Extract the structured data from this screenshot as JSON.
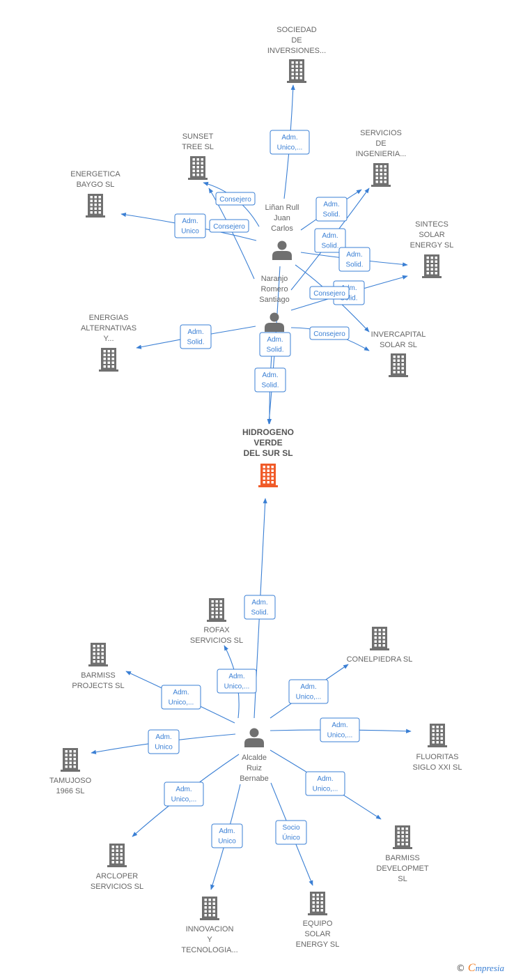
{
  "colors": {
    "edge": "#3a7fd4",
    "company": "#707070",
    "person": "#707070",
    "main": "#f05a28"
  },
  "nodes": [
    {
      "id": "sociedad",
      "type": "company",
      "label": [
        "SOCIEDAD",
        "DE",
        "INVERSIONES..."
      ]
    },
    {
      "id": "sunset",
      "type": "company",
      "label": [
        "SUNSET",
        "TREE  SL"
      ]
    },
    {
      "id": "servicios_ing",
      "type": "company",
      "label": [
        "SERVICIOS",
        "DE",
        "INGENIERIA..."
      ]
    },
    {
      "id": "energetica",
      "type": "company",
      "label": [
        "ENERGETICA",
        "BAYGO  SL"
      ]
    },
    {
      "id": "sintecs",
      "type": "company",
      "label": [
        "SINTECS",
        "SOLAR",
        "ENERGY  SL"
      ]
    },
    {
      "id": "linan",
      "type": "person",
      "label": [
        "Liñan Rull",
        "Juan",
        "Carlos"
      ]
    },
    {
      "id": "naranjo",
      "type": "person",
      "label": [
        "Naranjo",
        "Romero",
        "Santiago"
      ]
    },
    {
      "id": "energias",
      "type": "company",
      "label": [
        "ENERGIAS",
        "ALTERNATIVAS",
        "Y..."
      ]
    },
    {
      "id": "invercapital",
      "type": "company",
      "label": [
        "INVERCAPITAL",
        "SOLAR  SL"
      ]
    },
    {
      "id": "hidrogeno",
      "type": "main",
      "label": [
        "HIDROGENO",
        "VERDE",
        "DEL SUR  SL"
      ]
    },
    {
      "id": "rofax",
      "type": "company",
      "label": [
        "ROFAX",
        "SERVICIOS  SL"
      ]
    },
    {
      "id": "conelpiedra",
      "type": "company",
      "label": [
        "CONELPIEDRA SL"
      ]
    },
    {
      "id": "barmiss_p",
      "type": "company",
      "label": [
        "BARMISS",
        "PROJECTS  SL"
      ]
    },
    {
      "id": "fluoritas",
      "type": "company",
      "label": [
        "FLUORITAS",
        "SIGLO XXI  SL"
      ]
    },
    {
      "id": "tamujoso",
      "type": "company",
      "label": [
        "TAMUJOSO",
        "1966  SL"
      ]
    },
    {
      "id": "alcalde",
      "type": "person",
      "label": [
        "Alcalde",
        "Ruiz",
        "Bernabe"
      ]
    },
    {
      "id": "barmiss_d",
      "type": "company",
      "label": [
        "BARMISS",
        "DEVELOPMET",
        "SL"
      ]
    },
    {
      "id": "arcloper",
      "type": "company",
      "label": [
        "ARCLOPER",
        "SERVICIOS  SL"
      ]
    },
    {
      "id": "innovacion",
      "type": "company",
      "label": [
        "INNOVACION",
        "Y",
        "TECNOLOGIA..."
      ]
    },
    {
      "id": "equipo",
      "type": "company",
      "label": [
        "EQUIPO",
        "SOLAR",
        "ENERGY  SL"
      ]
    }
  ],
  "edges": [
    {
      "from": "linan",
      "to": "sociedad",
      "label": [
        "Adm.",
        "Unico,..."
      ]
    },
    {
      "from": "linan",
      "to": "sunset",
      "label": [
        "Consejero"
      ]
    },
    {
      "from": "naranjo",
      "to": "sunset",
      "label": [
        "Consejero"
      ]
    },
    {
      "from": "naranjo",
      "to": "energetica",
      "label": [
        "Adm.",
        "Unico"
      ]
    },
    {
      "from": "linan",
      "to": "servicios_ing",
      "label": [
        "Adm.",
        "Solid."
      ]
    },
    {
      "from": "naranjo",
      "to": "servicios_ing",
      "label": [
        "Adm.",
        "Solid."
      ]
    },
    {
      "from": "linan",
      "to": "sintecs",
      "label": [
        "Adm.",
        "Solid."
      ]
    },
    {
      "from": "naranjo",
      "to": "sintecs",
      "label": [
        "Adm.",
        "Solid."
      ]
    },
    {
      "from": "linan",
      "to": "invercapital",
      "label": [
        "Consejero"
      ]
    },
    {
      "from": "naranjo",
      "to": "invercapital",
      "label": [
        "Consejero"
      ]
    },
    {
      "from": "naranjo",
      "to": "energias",
      "label": [
        "Adm.",
        "Solid."
      ]
    },
    {
      "from": "linan",
      "to": "hidrogeno",
      "label": [
        "Adm.",
        "Solid."
      ]
    },
    {
      "from": "naranjo",
      "to": "hidrogeno",
      "label": [
        "Adm.",
        "Solid."
      ]
    },
    {
      "from": "alcalde",
      "to": "hidrogeno",
      "label": [
        "Adm.",
        "Solid."
      ]
    },
    {
      "from": "alcalde",
      "to": "rofax",
      "label": [
        "Adm.",
        "Unico,..."
      ]
    },
    {
      "from": "alcalde",
      "to": "barmiss_p",
      "label": [
        "Adm.",
        "Unico,..."
      ]
    },
    {
      "from": "alcalde",
      "to": "conelpiedra",
      "label": [
        "Adm.",
        "Unico,..."
      ]
    },
    {
      "from": "alcalde",
      "to": "fluoritas",
      "label": [
        "Adm.",
        "Unico,..."
      ]
    },
    {
      "from": "alcalde",
      "to": "tamujoso",
      "label": [
        "Adm.",
        "Unico"
      ]
    },
    {
      "from": "alcalde",
      "to": "barmiss_d",
      "label": [
        "Adm.",
        "Unico,..."
      ]
    },
    {
      "from": "alcalde",
      "to": "arcloper",
      "label": [
        "Adm.",
        "Unico,..."
      ]
    },
    {
      "from": "alcalde",
      "to": "innovacion",
      "label": [
        "Adm.",
        "Unico"
      ]
    },
    {
      "from": "alcalde",
      "to": "equipo",
      "label": [
        "Socio",
        "Único"
      ]
    }
  ],
  "footer": {
    "copyright": "©",
    "brand_initial": "C",
    "brand_rest": "mpresia"
  }
}
